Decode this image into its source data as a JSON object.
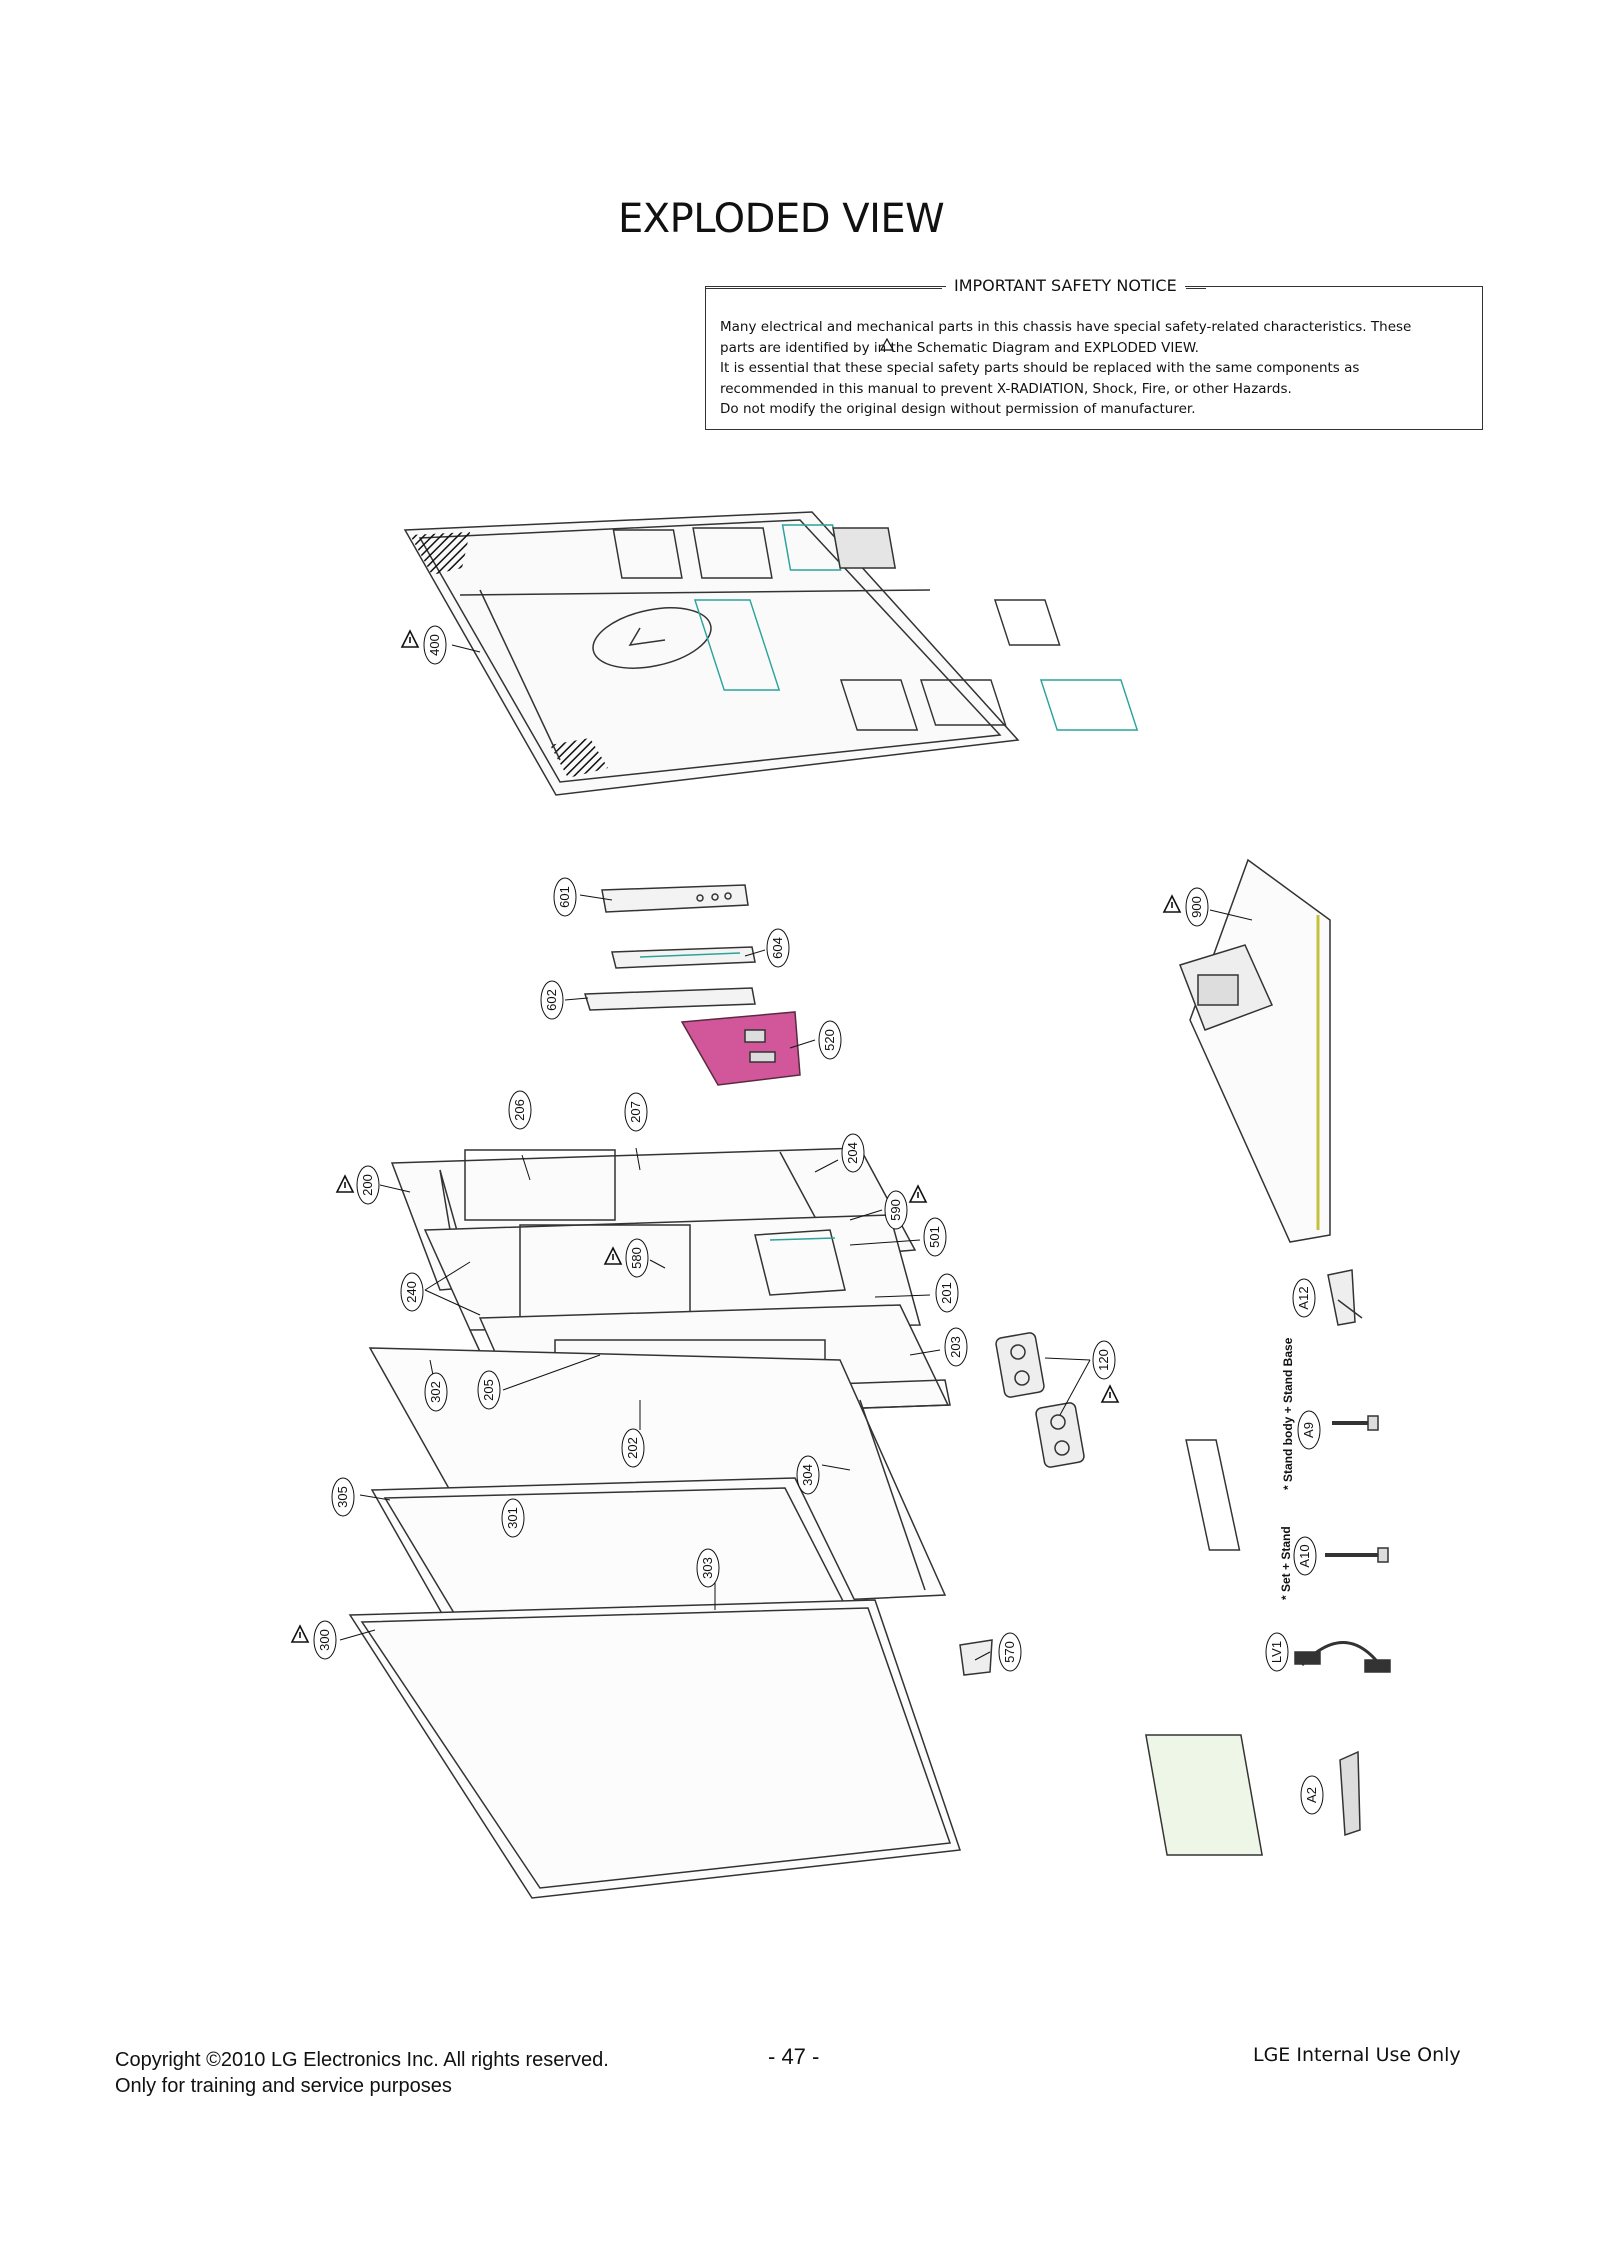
{
  "document": {
    "title": "EXPLODED VIEW",
    "notice": {
      "heading": "IMPORTANT SAFETY NOTICE",
      "lines": [
        "Many electrical and mechanical parts in this chassis have special safety-related characteristics. These",
        "parts are identified by      in the Schematic Diagram and EXPLODED VIEW.",
        "It is essential that these special safety parts should be replaced with the same components as",
        "recommended in this manual to prevent X-RADIATION, Shock, Fire, or other Hazards.",
        "Do not modify the original design without permission of manufacturer."
      ]
    },
    "callouts": {
      "c400": "400",
      "c601": "601",
      "c604": "604",
      "c602": "602",
      "c520": "520",
      "c900": "900",
      "c206": "206",
      "c207": "207",
      "c204": "204",
      "c200": "200",
      "c590": "590",
      "c501": "501",
      "c580": "580",
      "c240": "240",
      "c201": "201",
      "c203": "203",
      "c120": "120",
      "c205": "205",
      "c302": "302",
      "c202": "202",
      "c304": "304",
      "c305": "305",
      "c301": "301",
      "c303": "303",
      "c300": "300",
      "c570": "570",
      "cA12": "A12",
      "cA9": "A9",
      "cA10": "A10",
      "cLV1": "LV1",
      "cA2": "A2"
    },
    "accessory_labels": {
      "stand_body": "* Stand body + Stand Base",
      "set_stand": "* Set + Stand"
    },
    "footer": {
      "copyright": "Copyright ©2010 LG Electronics Inc. All rights reserved.",
      "purpose": "Only for training and service purposes",
      "page_number": "- 47 -",
      "internal": "LGE Internal Use Only"
    }
  }
}
